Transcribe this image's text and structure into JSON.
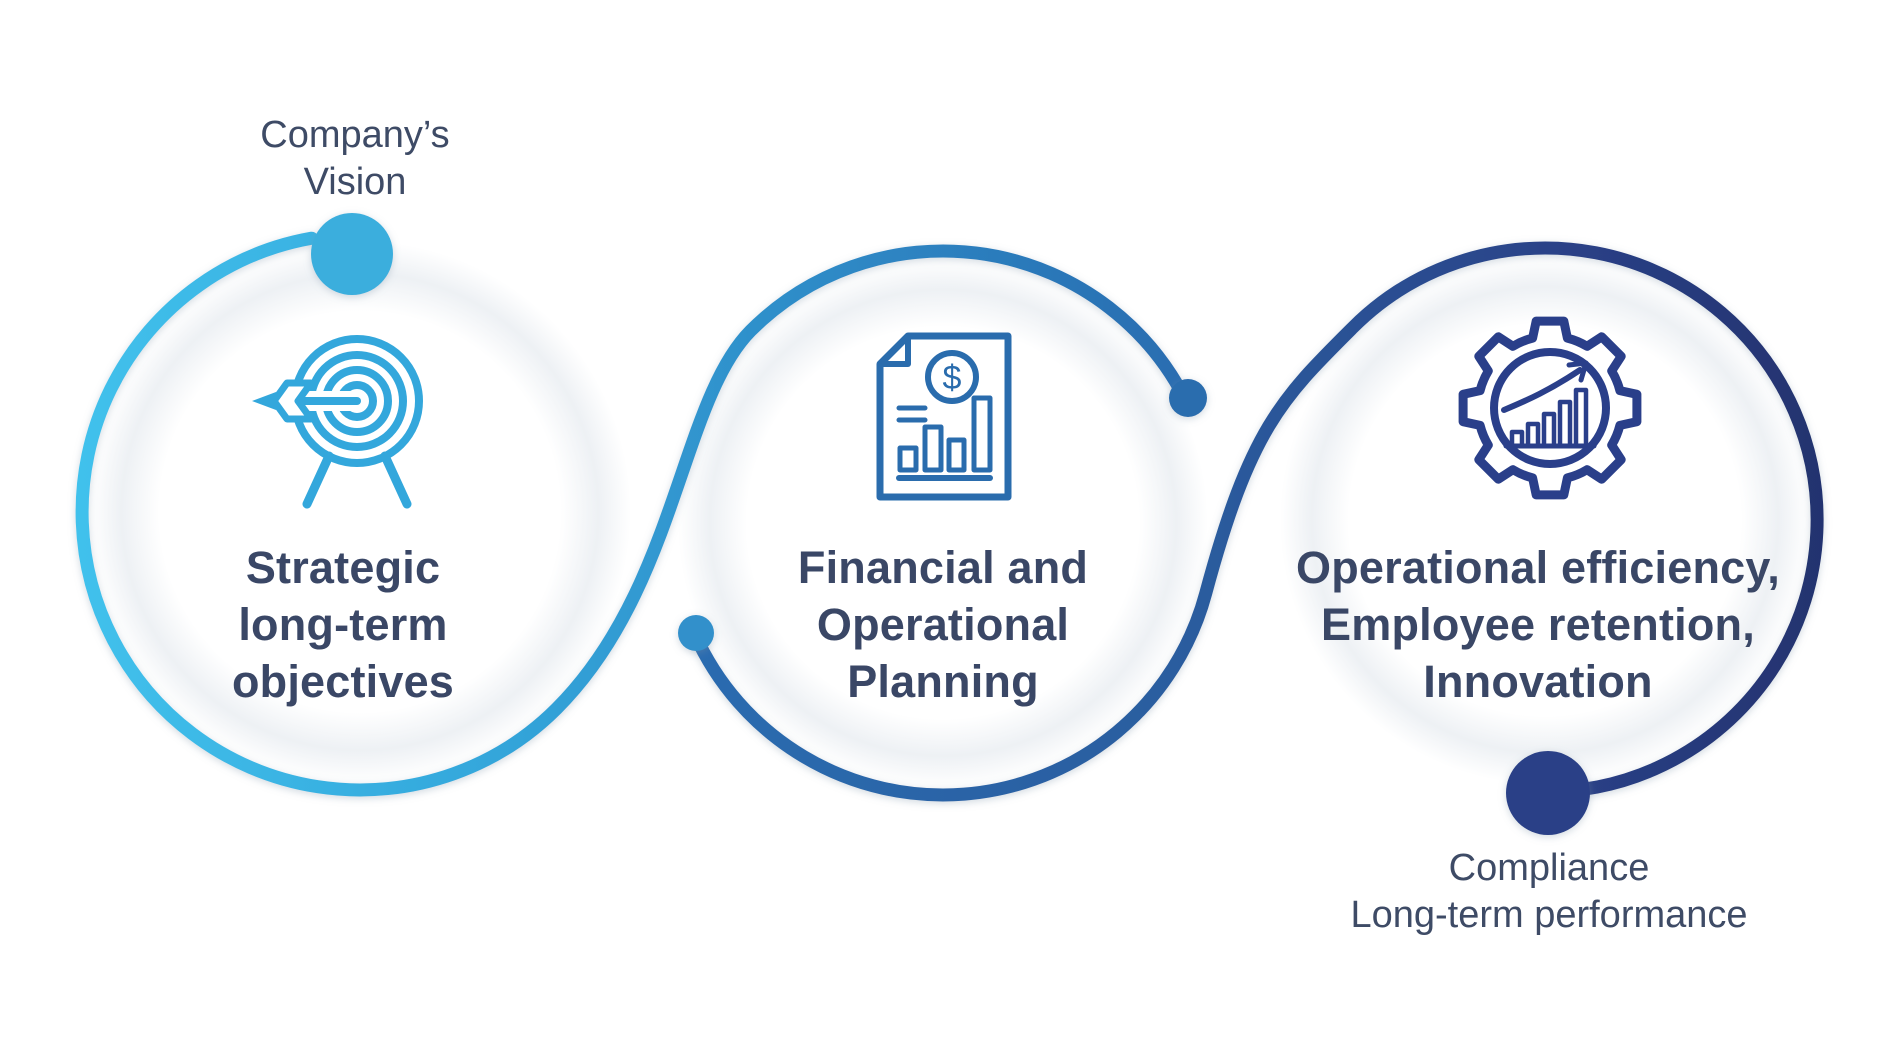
{
  "canvas": {
    "background": "#FFFFFF"
  },
  "endpoints": {
    "start": {
      "lines": [
        "Company’s",
        "Vision"
      ]
    },
    "end": {
      "lines": [
        "Compliance",
        "Long-term performance"
      ]
    }
  },
  "steps": [
    {
      "icon": "target-arrow-icon",
      "title_lines": [
        "Strategic",
        "long-term",
        "objectives"
      ]
    },
    {
      "icon": "financial-report-icon",
      "title_lines": [
        "Financial and",
        "Operational",
        "Planning"
      ],
      "currency_symbol": "$"
    },
    {
      "icon": "gear-growth-icon",
      "title_lines": [
        "Operational efficiency,",
        "Employee retention,",
        "Innovation"
      ]
    }
  ],
  "colors": {
    "curve_gradient_start": "#41C1EC",
    "curve_gradient_mid": "#2A6CB0",
    "curve_gradient_end": "#24336F",
    "heading_text": "#3A4766",
    "label_text": "#3E4B66",
    "start_dot": "#3BAEDD",
    "connector_dot_left": "#3090CB",
    "connector_dot_right": "#2C6DAE",
    "end_dot": "#2B4187",
    "target_icon": "#33A7DC",
    "document_icon": "#2A6CAD",
    "gear_icon": "#2A3F8A"
  }
}
